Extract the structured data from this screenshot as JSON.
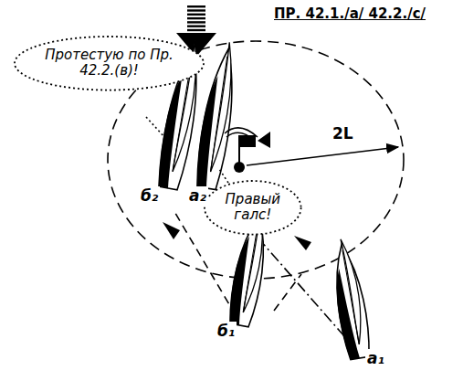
{
  "diagram": {
    "title": "ПР. 42.1./а/ 42.2./с/",
    "nodes": [
      {
        "text": [
          "Протестую по Пр. 42.2.(в)!"
        ]
      },
      {
        "text": [
          "Правый галс!"
        ]
      }
    ],
    "labels": [
      "2L",
      "б₂",
      "а₂",
      "б₁",
      "а₁"
    ]
  }
}
